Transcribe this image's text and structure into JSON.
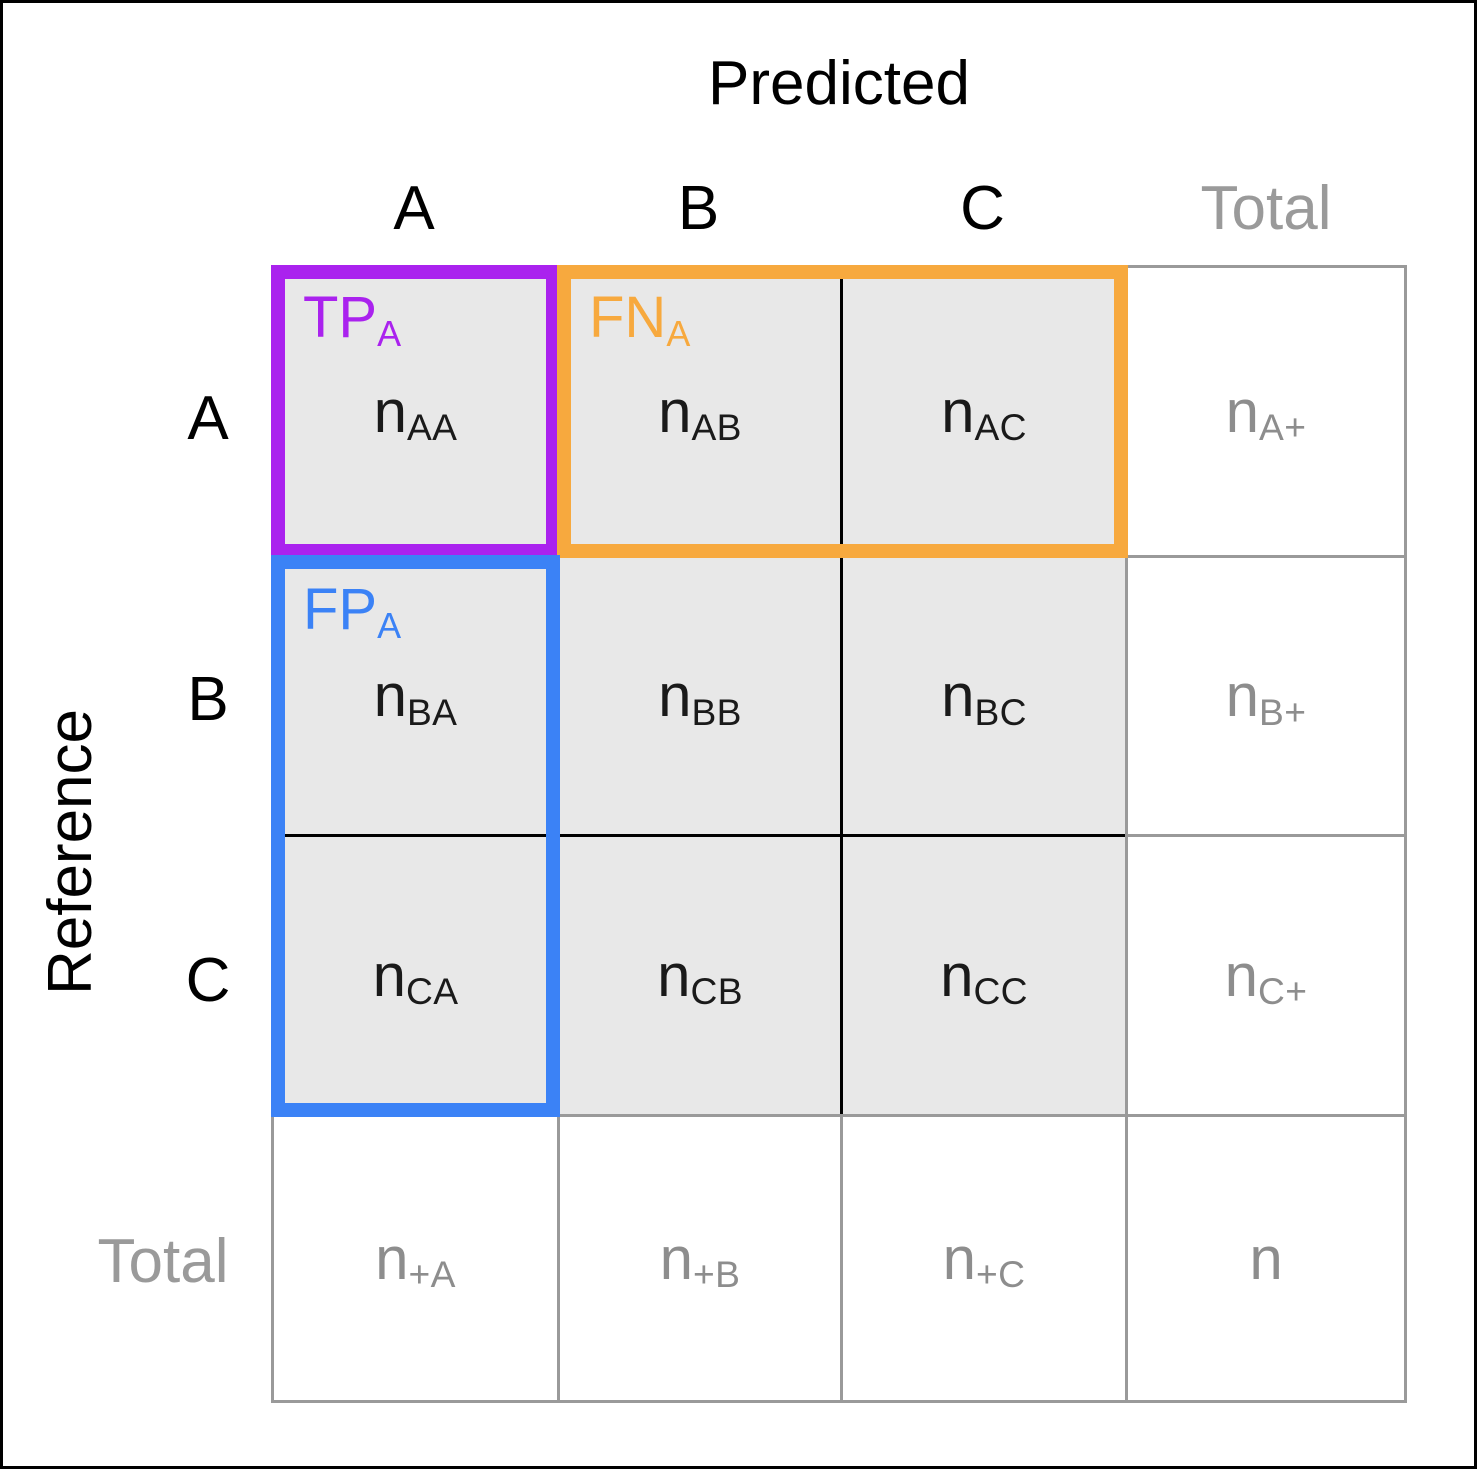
{
  "figure": {
    "type": "confusion-matrix",
    "background": "#ffffff",
    "outer_border_color": "#000000"
  },
  "axes": {
    "top_title": "Predicted",
    "left_title": "Reference"
  },
  "colors": {
    "true_positive": "#aa22ee",
    "false_negative": "#f7a93e",
    "false_positive": "#3b82f6",
    "cell_fill": "#e8e8e8",
    "cell_border": "#000000",
    "margin_border": "#9a9a9a",
    "margin_text": "#8d8d8d",
    "header_text": "#000000",
    "total_header_text": "#9a9a9a"
  },
  "column_headers": [
    {
      "label": "A",
      "kind": "class"
    },
    {
      "label": "B",
      "kind": "class"
    },
    {
      "label": "C",
      "kind": "class"
    },
    {
      "label": "Total",
      "kind": "margin"
    }
  ],
  "row_headers": [
    {
      "label": "A",
      "kind": "class"
    },
    {
      "label": "B",
      "kind": "class"
    },
    {
      "label": "C",
      "kind": "class"
    },
    {
      "label": "Total",
      "kind": "margin"
    }
  ],
  "cells": {
    "AA": {
      "base": "n",
      "sub": "AA"
    },
    "AB": {
      "base": "n",
      "sub": "AB"
    },
    "AC": {
      "base": "n",
      "sub": "AC"
    },
    "A_total": {
      "base": "n",
      "sub": "A+"
    },
    "BA": {
      "base": "n",
      "sub": "BA"
    },
    "BB": {
      "base": "n",
      "sub": "BB"
    },
    "BC": {
      "base": "n",
      "sub": "BC"
    },
    "B_total": {
      "base": "n",
      "sub": "B+"
    },
    "CA": {
      "base": "n",
      "sub": "CA"
    },
    "CB": {
      "base": "n",
      "sub": "CB"
    },
    "CC": {
      "base": "n",
      "sub": "CC"
    },
    "C_total": {
      "base": "n",
      "sub": "C+"
    },
    "total_A": {
      "base": "n",
      "sub": "+A"
    },
    "total_B": {
      "base": "n",
      "sub": "+B"
    },
    "total_C": {
      "base": "n",
      "sub": "+C"
    },
    "grand_total": {
      "base": "n",
      "sub": ""
    }
  },
  "highlights": [
    {
      "id": "tp-a",
      "base": "TP",
      "sub": "A",
      "color": "#aa22ee",
      "covers": "row A / column A"
    },
    {
      "id": "fn-a",
      "base": "FN",
      "sub": "A",
      "color": "#f7a93e",
      "covers": "row A / columns B and C"
    },
    {
      "id": "fp-a",
      "base": "FP",
      "sub": "A",
      "color": "#3b82f6",
      "covers": "column A / rows B and C"
    }
  ]
}
